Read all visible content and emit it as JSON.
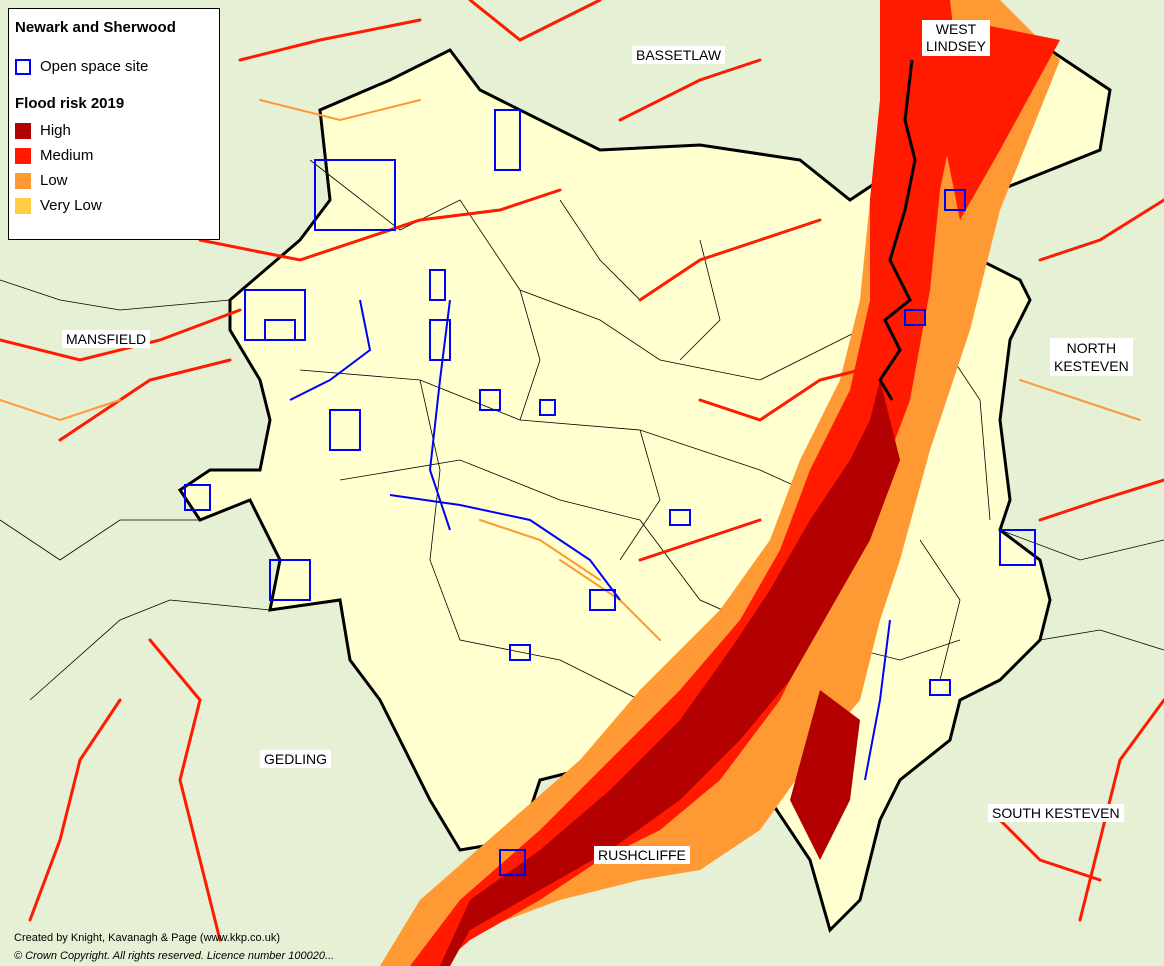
{
  "legend": {
    "title": "Newark and Sherwood",
    "boundary_label": "Open space site",
    "flood_title": "Flood risk 2019",
    "flood_levels": [
      {
        "label": "High",
        "color": "#b30000"
      },
      {
        "label": "Medium",
        "color": "#ff1a00"
      },
      {
        "label": "Low",
        "color": "#ff9933"
      },
      {
        "label": "Very Low",
        "color": "#ffcc44"
      }
    ],
    "boundary_color": "#0000ff"
  },
  "places": {
    "bassetlaw": "BASSETLAW",
    "west_lindsey_1": "WEST",
    "west_lindsey_2": "LINDSEY",
    "mansfield": "MANSFIELD",
    "north_kesteven_1": "NORTH",
    "north_kesteven_2": "KESTEVEN",
    "gedling": "GEDLING",
    "south_kesteven": "SOUTH KESTEVEN",
    "rushcliffe": "RUSHCLIFFE"
  },
  "credits": {
    "line1": "Created by Knight, Kavanagh & Page (www.kkp.co.uk)",
    "line2": "© Crown Copyright. All rights reserved. Licence number 100020..."
  },
  "colors": {
    "background": "#e6f0d5",
    "district_fill": "#ffffd0",
    "boundary": "#000000"
  }
}
